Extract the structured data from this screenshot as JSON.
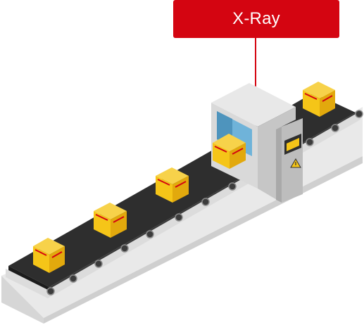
{
  "label": {
    "text": "X-Ray"
  },
  "colors": {
    "accent": "#d40511",
    "box": "#f5c518",
    "box_shade": "#e2a90d",
    "belt": "#2e2e2e",
    "frame": "#e6e6e6",
    "frame_shade": "#cfcfcf",
    "window": "#6fb3d9"
  },
  "icons": [
    "warning-icon",
    "control-panel-icon",
    "roller-icon"
  ],
  "parcels": [
    {
      "name": "parcel-1"
    },
    {
      "name": "parcel-2"
    },
    {
      "name": "parcel-3"
    },
    {
      "name": "parcel-4"
    },
    {
      "name": "parcel-5"
    }
  ]
}
